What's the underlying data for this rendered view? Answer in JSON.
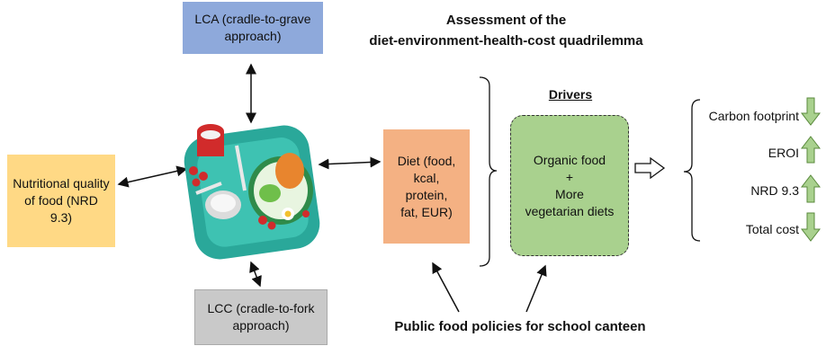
{
  "title_line1": "Assessment of the",
  "title_line2": "diet-environment-health-cost quadrilemma",
  "lca_label": "LCA (cradle-to-grave\napproach)",
  "lcc_label": "LCC (cradle-to-fork\napproach)",
  "nutrition_label": "Nutritional quality\nof food (NRD\n9.3)",
  "diet_label": "Diet (food,\nkcal,\nprotein,\nfat, EUR)",
  "drivers_title": "Drivers",
  "drivers_text": "Organic food\n+\nMore\nvegetarian diets",
  "policy_label": "Public food policies for school canteen",
  "indicators": [
    {
      "label": "Carbon footprint",
      "direction": "down"
    },
    {
      "label": "EROI",
      "direction": "up"
    },
    {
      "label": "NRD 9.3",
      "direction": "up"
    },
    {
      "label": "Total cost",
      "direction": "down"
    }
  ],
  "colors": {
    "lca": "#8ea9db",
    "lcc": "#c9c9c9",
    "nutrition": "#ffd985",
    "diet": "#f4b183",
    "drivers": "#a9d18e",
    "indicator_arrow": "#a9d18e",
    "tray": "#2aa89a"
  }
}
